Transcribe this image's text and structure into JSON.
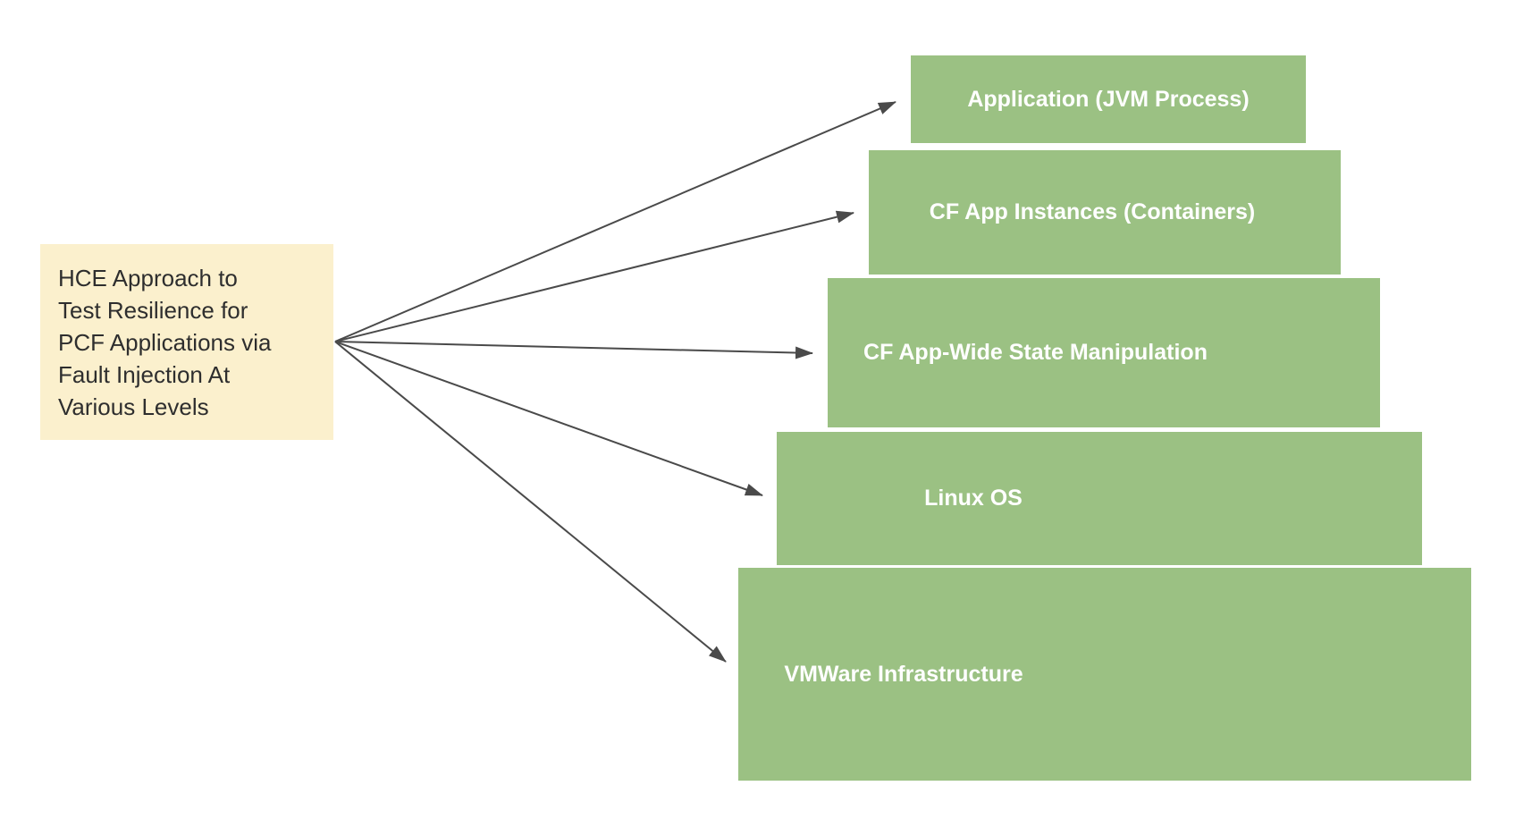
{
  "diagram": {
    "label_box": {
      "text": "HCE Approach to\nTest Resilience for\nPCF Applications via\nFault Injection At\nVarious Levels"
    },
    "levels": [
      {
        "label": "Application (JVM Process)"
      },
      {
        "label": "CF App Instances (Containers)"
      },
      {
        "label": "CF App-Wide State Manipulation"
      },
      {
        "label": "Linux OS"
      },
      {
        "label": "VMWare Infrastructure"
      }
    ],
    "colors": {
      "level_fill": "#9BC183",
      "level_text": "#FFFFFF",
      "label_box_fill": "#FBF0CD",
      "label_box_text": "#2E2E2E",
      "arrow": "#4A4A4A",
      "background": "#FFFFFF"
    }
  }
}
